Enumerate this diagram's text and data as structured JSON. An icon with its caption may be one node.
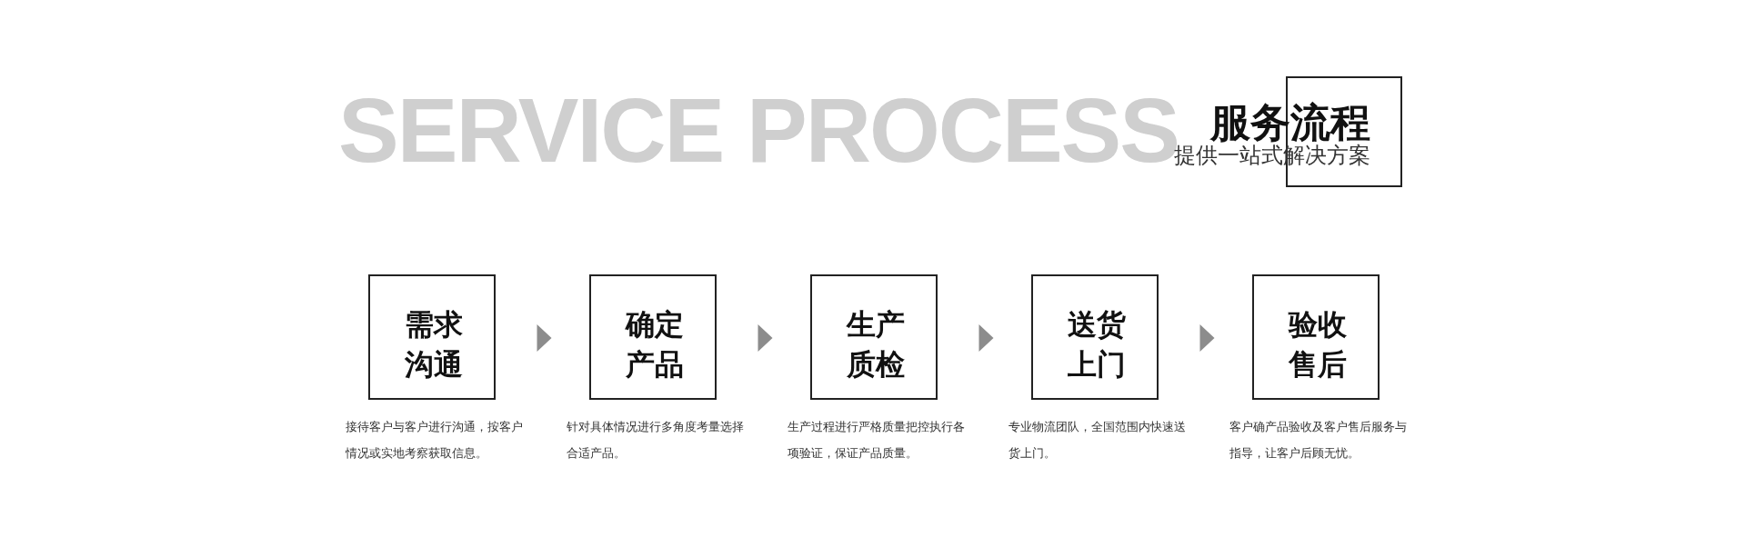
{
  "diagram": {
    "title": "服务流程",
    "nodes": [
      {
        "text": [
          "需求沟通"
        ],
        "beside": [
          "接待客户与客户进行沟通，按客户情况或实地考察获取信息。"
        ]
      },
      {
        "text": [
          "确定产品"
        ],
        "beside": [
          "针对具体情况进行多角度考量选择合适产品。"
        ]
      },
      {
        "text": [
          "生产质检"
        ],
        "beside": [
          "生产过程进行严格质量把控执行各项验证，保证产品质量。"
        ]
      },
      {
        "text": [
          "送货上门"
        ],
        "beside": [
          "专业物流团队，全国范围内快速送货上门。"
        ]
      },
      {
        "text": [
          "验收售后"
        ],
        "beside": [
          "客户确产品验收及客户售后服务与指导，让客户后顾无忧。"
        ]
      }
    ],
    "edges": [
      {
        "from": 0,
        "to": 1,
        "arrow": "to"
      },
      {
        "from": 1,
        "to": 2,
        "arrow": "to"
      },
      {
        "from": 2,
        "to": 3,
        "arrow": "to"
      },
      {
        "from": 3,
        "to": 4,
        "arrow": "to"
      }
    ],
    "labels": [
      "SERVICE PROCESS",
      "提供一站式解决方案"
    ]
  }
}
